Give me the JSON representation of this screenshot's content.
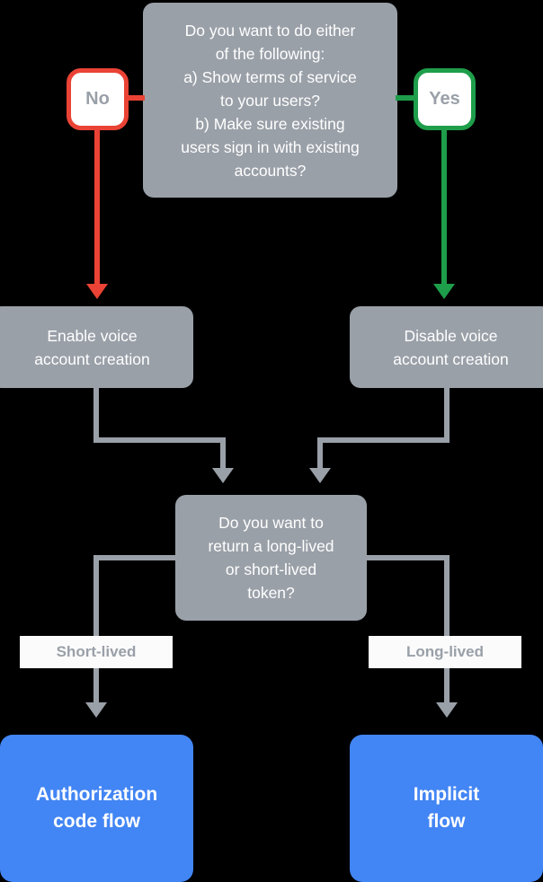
{
  "diagram": {
    "title": "Voice account linking flow decision chart",
    "colors": {
      "gray_node": "#9aa0a8",
      "blue_node": "#4285f4",
      "no_border": "#ea4335",
      "yes_border": "#1e9e4a",
      "connector": "#9aa0a8",
      "background": "#000000",
      "node_text": "#ffffff",
      "pill_text": "#9aa0a8"
    },
    "nodes": {
      "question_top": {
        "text": "Do you want to do either\nof the following:\na) Show terms of service\nto your users?\nb) Make sure existing\nusers sign in with existing\naccounts?",
        "type": "decision"
      },
      "no_pill": {
        "text": "No",
        "type": "branch-label"
      },
      "yes_pill": {
        "text": "Yes",
        "type": "branch-label"
      },
      "enable_voice": {
        "text": "Enable voice\naccount creation",
        "type": "action"
      },
      "disable_voice": {
        "text": "Disable voice\naccount creation",
        "type": "action"
      },
      "question_token": {
        "text": "Do you want to\nreturn a long-lived\nor short-lived\ntoken?",
        "type": "decision"
      },
      "short_lived_label": {
        "text": "Short-lived",
        "type": "edge-label"
      },
      "long_lived_label": {
        "text": "Long-lived",
        "type": "edge-label"
      },
      "authorization_code_flow": {
        "text": "Authorization\ncode flow",
        "type": "terminal"
      },
      "implicit_flow": {
        "text": "Implicit\nflow",
        "type": "terminal"
      }
    }
  }
}
